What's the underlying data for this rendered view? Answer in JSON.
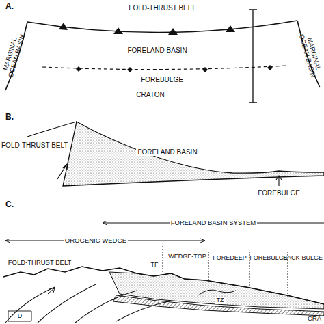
{
  "diagram": {
    "labels": [
      "A.",
      "FOLD-THRUST BELT",
      "MARGINAL OCEAN BASIN",
      "MARGINAL OCEAN BASIN",
      "FORELAND BASIN",
      "FOREBULGE",
      "CRATON",
      "B.",
      "FOLD-THRUST BELT",
      "FORELAND BASIN",
      "FOREBULGE",
      "C.",
      "FORELAND BASIN SYSTEM",
      "OROGENIC WEDGE",
      "WEDGE-TOP",
      "FOREDEEP",
      "FOREBULGE",
      "BACK-BULGE",
      "FOLD-THRUST BELT",
      "TF",
      "TZ",
      "D",
      "CRA"
    ]
  }
}
